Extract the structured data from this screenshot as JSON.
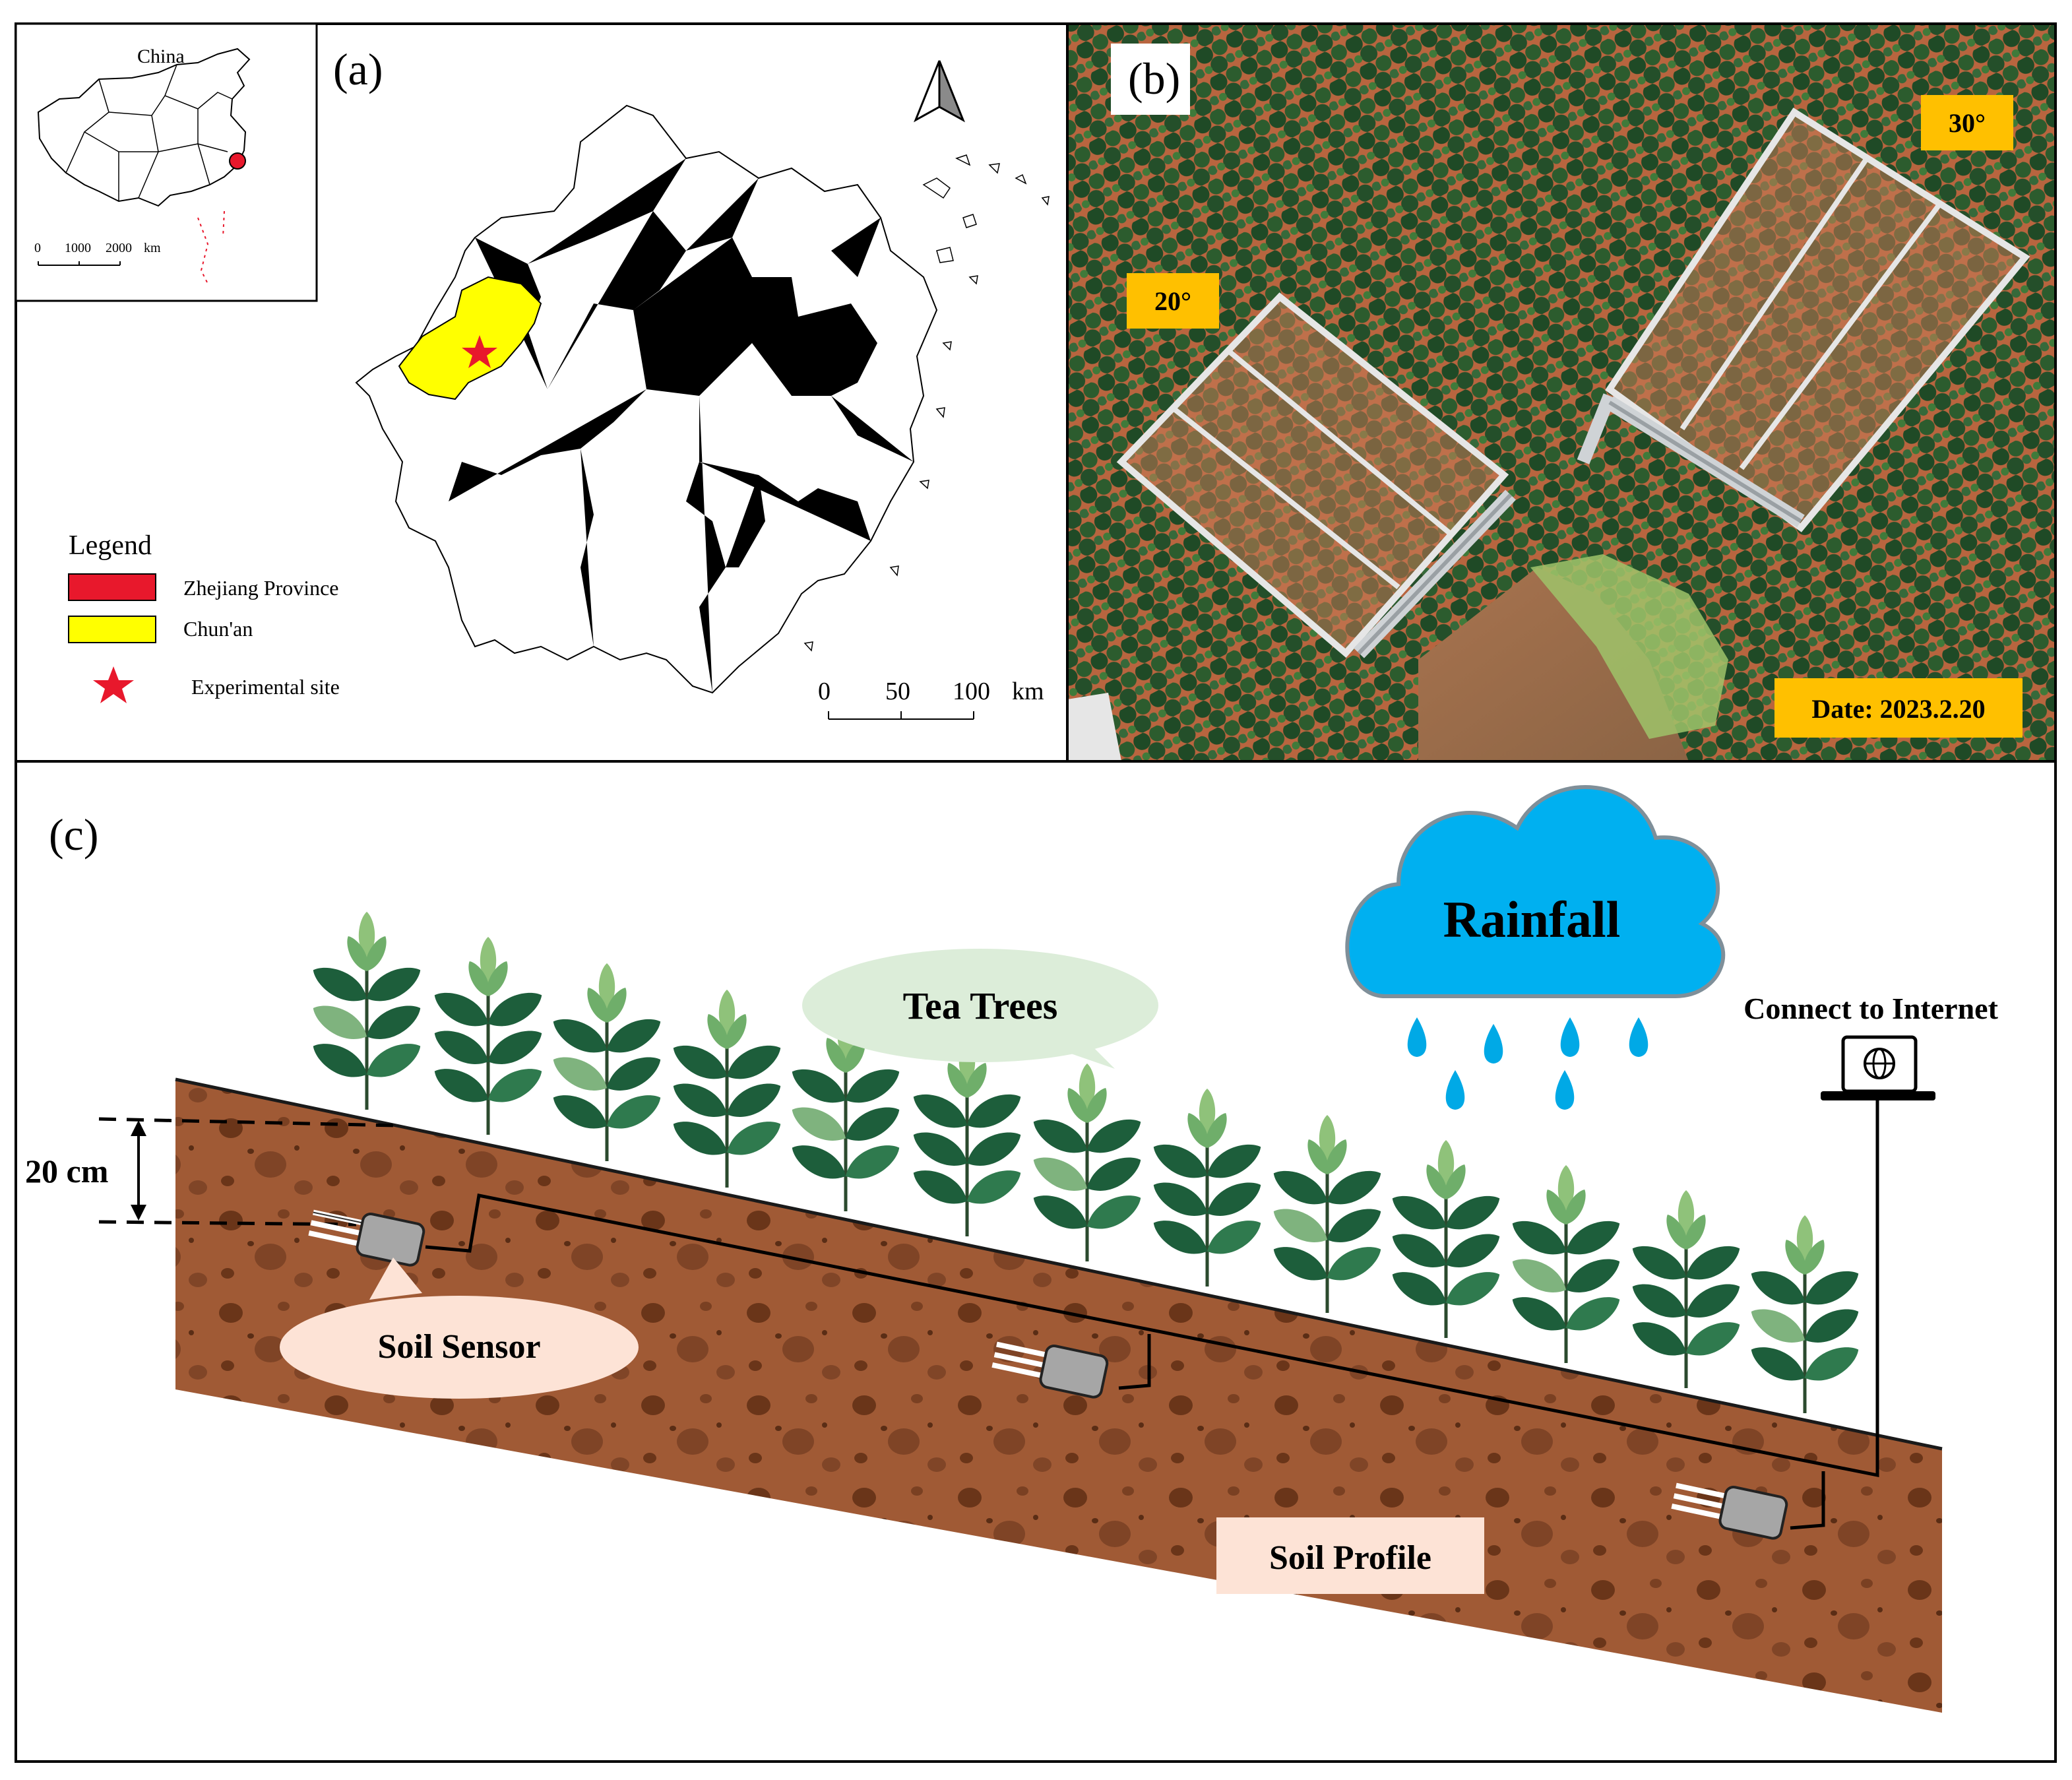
{
  "panel_a": {
    "label": "(a)",
    "inset_title": "China",
    "inset_scale": [
      "0",
      "1000",
      "2000",
      "km"
    ],
    "legend_title": "Legend",
    "legend_items": [
      {
        "label": "Zhejiang Province",
        "color": "#e8182c"
      },
      {
        "label": "Chun'an",
        "color": "#ffff00"
      },
      {
        "label": "Experimental site",
        "color": "#e8182c"
      }
    ],
    "scale_labels": [
      "0",
      "50",
      "100",
      "km"
    ],
    "north_icon": "north-arrow-icon",
    "region_color": "#ffff00",
    "star_color": "#e8182c"
  },
  "panel_b": {
    "label": "(b)",
    "slope_left": "20°",
    "slope_right": "30°",
    "date": "Date: 2023.2.20",
    "badge_color": "#ffc000"
  },
  "panel_c": {
    "label": "(c)",
    "depth_label": "20 cm",
    "tea_label": "Tea Trees",
    "rain_label": "Rainfall",
    "internet_label": "Connect to Internet",
    "sensor_label": "Soil Sensor",
    "profile_label": "Soil Profile",
    "soil_color": "#a05a35",
    "cloud_color": "#00b0f0",
    "leaf_color": "#1d5e3b"
  }
}
